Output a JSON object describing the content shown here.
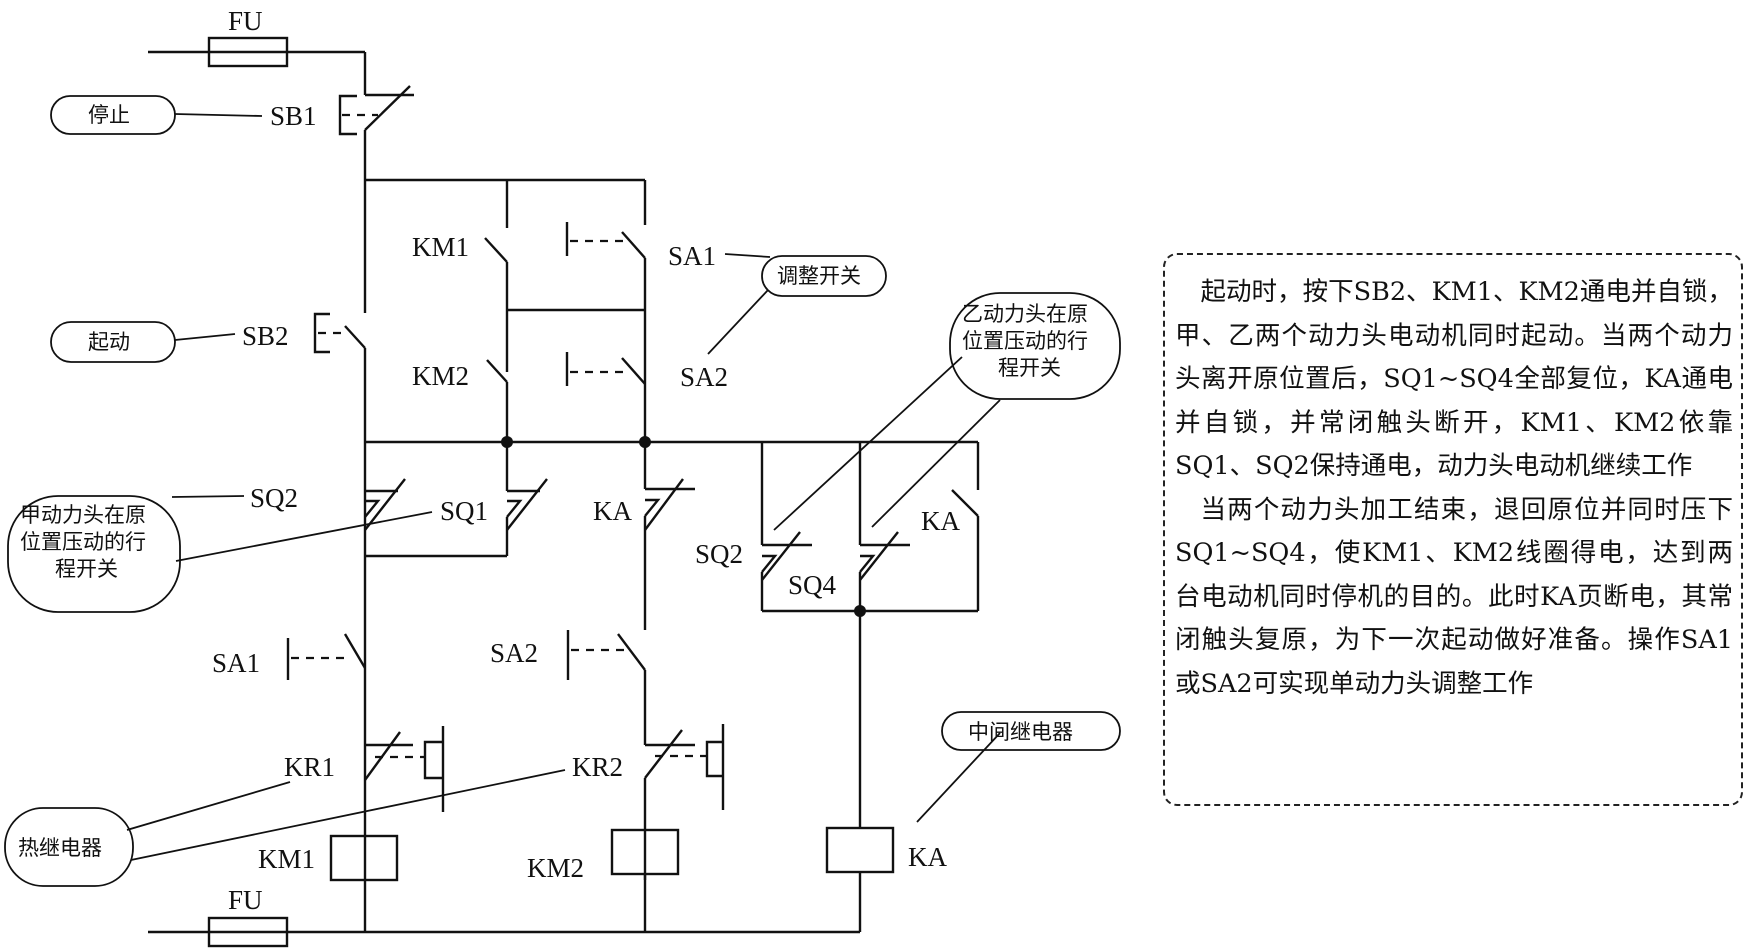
{
  "diagram": {
    "title": "Dual power-head motor synchronous start/stop control circuit",
    "component_labels": {
      "fuse_top": "FU",
      "fuse_bottom": "FU",
      "stop_button": "SB1",
      "start_button": "SB2",
      "km1_contact": "KM1",
      "km2_contact": "KM2",
      "sa1_top": "SA1",
      "sa2_top": "SA2",
      "sq2_left": "SQ2",
      "sq1": "SQ1",
      "ka_nc": "KA",
      "sq2_right": "SQ2",
      "sq4": "SQ4",
      "ka_no": "KA",
      "sa1_bottom": "SA1",
      "sa2_bottom": "SA2",
      "kr1": "KR1",
      "kr2": "KR2",
      "km1_coil": "KM1",
      "km2_coil": "KM2",
      "ka_coil": "KA"
    },
    "callouts": {
      "stop": "停止",
      "start": "起动",
      "adjust_switch": "调整开关",
      "head_b_line1": "乙动力头在原",
      "head_b_line2": "位置压动的行",
      "head_b_line3": "程开关",
      "head_a_line1": "甲动力头在原",
      "head_a_line2": "位置压动的行",
      "head_a_line3": "程开关",
      "thermal_relay": "热继电器",
      "intermediate_relay": "中间继电器"
    },
    "explanation": {
      "paragraph1": "起动时，按下SB2、KM1、KM2通电并自锁，甲、乙两个动力头电动机同时起动。当两个动力头离开原位置后，SQ1~SQ4全部复位，KA通电并自锁，并常闭触头断开，KM1、KM2依靠SQ1、SQ2保持通电，动力头电动机继续工作",
      "paragraph2": "当两个动力头加工结束，退回原位并同时压下SQ1~SQ4，使KM1、KM2线圈得电，达到两台电动机同时停机的目的。此时KA页断电，其常闭触头复原，为下一次起动做好准备。操作SA1或SA2可实现单动力头调整工作"
    }
  }
}
